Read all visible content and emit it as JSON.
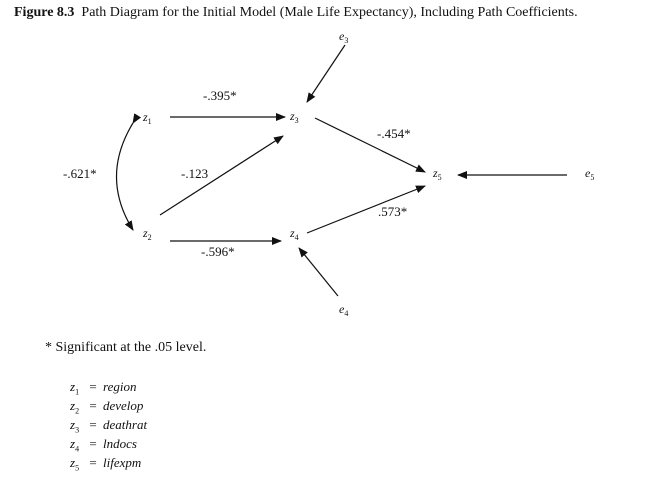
{
  "title": {
    "figure_number": "Figure 8.3",
    "caption": "Path Diagram for the Initial Model (Male Life Expectancy), Including Path Coefficients."
  },
  "nodes": [
    {
      "id": "z1",
      "base": "z",
      "sub": "1"
    },
    {
      "id": "z2",
      "base": "z",
      "sub": "2"
    },
    {
      "id": "z3",
      "base": "z",
      "sub": "3"
    },
    {
      "id": "z4",
      "base": "z",
      "sub": "4"
    },
    {
      "id": "z5",
      "base": "z",
      "sub": "5"
    },
    {
      "id": "e3",
      "base": "e",
      "sub": "3"
    },
    {
      "id": "e4",
      "base": "e",
      "sub": "4"
    },
    {
      "id": "e5",
      "base": "e",
      "sub": "5"
    }
  ],
  "paths": [
    {
      "from": "z1",
      "to": "z3",
      "coefficient": "-.395*"
    },
    {
      "from": "z2",
      "to": "z3",
      "coefficient": "-.123"
    },
    {
      "from": "z2",
      "to": "z4",
      "coefficient": "-.596*"
    },
    {
      "from": "z3",
      "to": "z5",
      "coefficient": "-.454*"
    },
    {
      "from": "z4",
      "to": "z5",
      "coefficient": ".573*"
    },
    {
      "from": "z1",
      "to": "z2",
      "coefficient": "-.621*",
      "type": "correlation"
    },
    {
      "from": "e3",
      "to": "z3",
      "coefficient": ""
    },
    {
      "from": "e4",
      "to": "z4",
      "coefficient": ""
    },
    {
      "from": "e5",
      "to": "z5",
      "coefficient": ""
    }
  ],
  "footnote": "* Significant at the .05 level.",
  "legend": [
    {
      "base": "z",
      "sub": "1",
      "eq": "=",
      "definition": "region"
    },
    {
      "base": "z",
      "sub": "2",
      "eq": "=",
      "definition": "develop"
    },
    {
      "base": "z",
      "sub": "3",
      "eq": "=",
      "definition": "deathrat"
    },
    {
      "base": "z",
      "sub": "4",
      "eq": "=",
      "definition": "lndocs"
    },
    {
      "base": "z",
      "sub": "5",
      "eq": "=",
      "definition": "lifexpm"
    }
  ]
}
